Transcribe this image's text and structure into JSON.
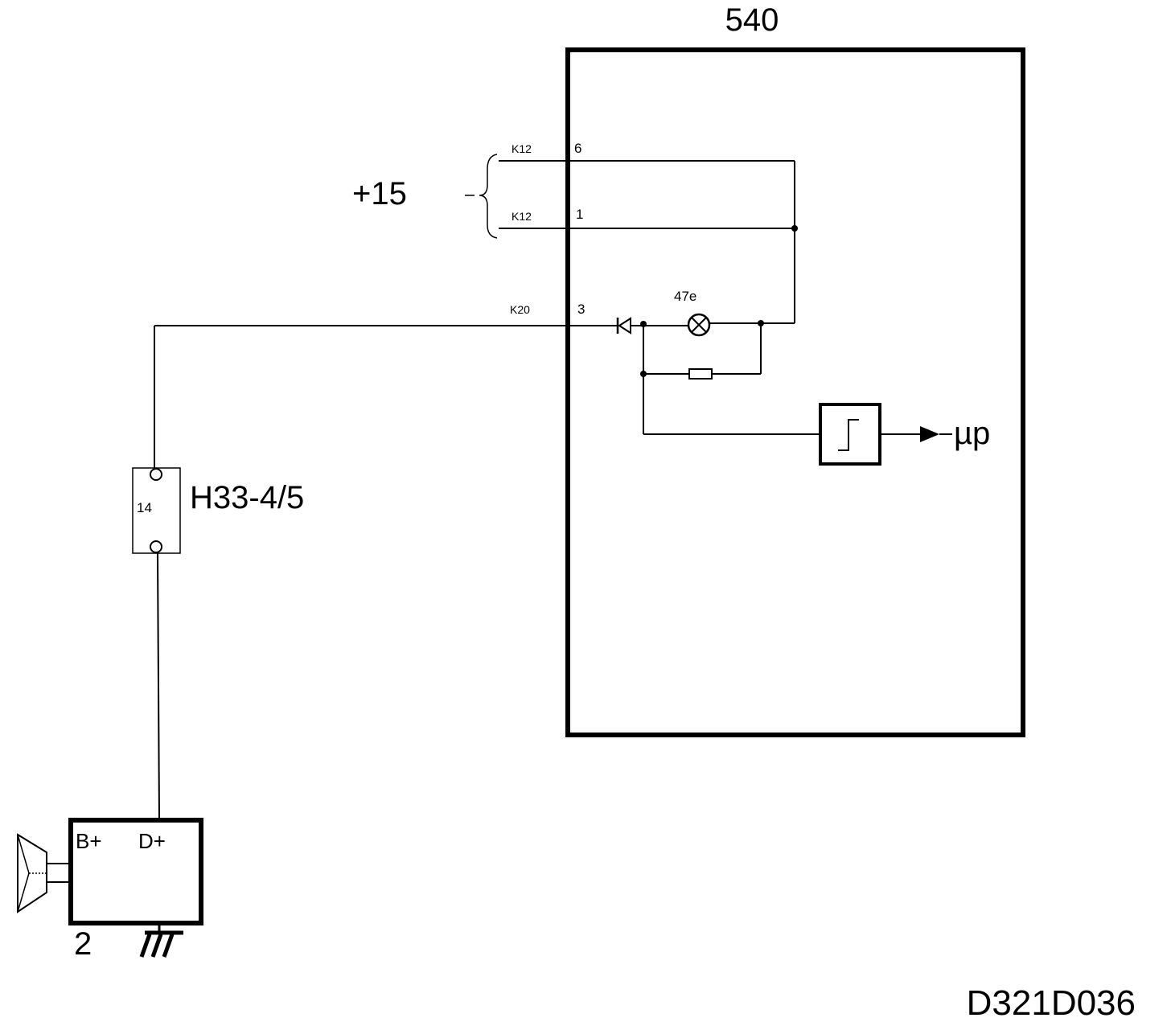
{
  "diagram": {
    "unit_label": "540",
    "supply_label": "+15",
    "connectors": {
      "k12_a": "K12",
      "k12_b": "K12",
      "k20": "K20"
    },
    "pins": {
      "pin6": "6",
      "pin1": "1",
      "pin3": "3"
    },
    "lamp_label": "47e",
    "output_label": "µp",
    "fuse_label": "H33-4/5",
    "fuse_number": "14",
    "alternator": {
      "terminal_b": "B+",
      "terminal_d": "D+",
      "number": "2"
    },
    "drawing_code": "D321D036"
  }
}
